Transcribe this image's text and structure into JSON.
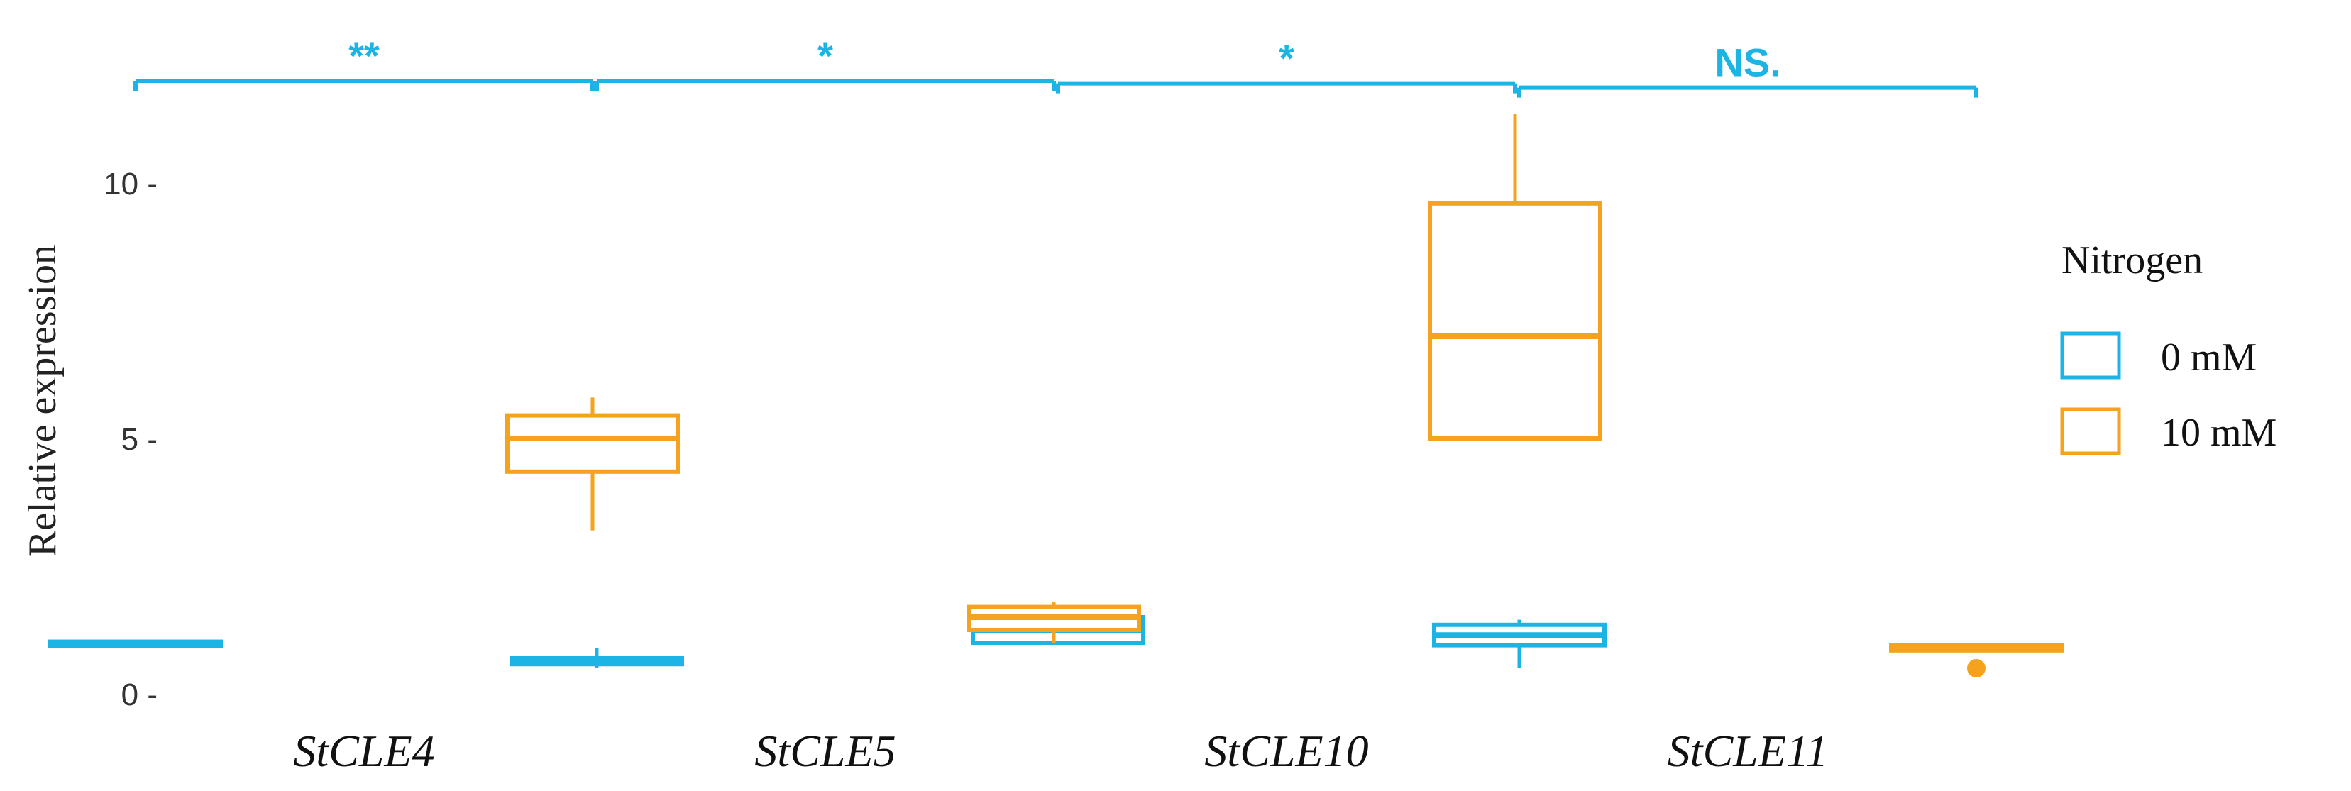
{
  "colors": {
    "low": "#1BB4E5",
    "high": "#F5A21E",
    "text": "#333333",
    "tick": "#333333"
  },
  "legend": {
    "title": "Nitrogen",
    "items": [
      {
        "label": "0 mM",
        "color_key": "low"
      },
      {
        "label": "10 mM",
        "color_key": "high"
      }
    ]
  },
  "chart_data": {
    "type": "box",
    "ylabel": "Relative expression",
    "xlabel": "",
    "ylim": [
      -0.3,
      13.2
    ],
    "yticks": [
      0,
      5,
      10
    ],
    "ytick_labels": [
      "0 -",
      "5 -",
      "10 -"
    ],
    "categories": [
      "StCLE4",
      "StCLE5",
      "StCLE10",
      "StCLE11"
    ],
    "series": [
      {
        "name": "0 mM",
        "color_key": "low",
        "boxes": [
          {
            "min": 0.98,
            "q1": 0.98,
            "median": 1.0,
            "q3": 1.02,
            "max": 1.02,
            "outliers": []
          },
          {
            "min": 0.5,
            "q1": 0.58,
            "median": 0.65,
            "q3": 0.7,
            "max": 0.9,
            "outliers": []
          },
          {
            "min": 1.0,
            "q1": 1.0,
            "median": 1.25,
            "q3": 1.5,
            "max": 1.7,
            "outliers": []
          },
          {
            "min": 0.5,
            "q1": 0.95,
            "median": 1.15,
            "q3": 1.35,
            "max": 1.45,
            "outliers": []
          }
        ]
      },
      {
        "name": "10 mM",
        "color_key": "high",
        "boxes": [
          {
            "min": 3.2,
            "q1": 4.35,
            "median": 5.0,
            "q3": 5.45,
            "max": 5.8,
            "outliers": []
          },
          {
            "min": 1.0,
            "q1": 1.25,
            "median": 1.5,
            "q3": 1.7,
            "max": 1.8,
            "outliers": []
          },
          {
            "min": 5.0,
            "q1": 5.0,
            "median": 7.0,
            "q3": 9.6,
            "max": 11.35,
            "outliers": []
          },
          {
            "min": 0.85,
            "q1": 0.85,
            "median": 0.9,
            "q3": 0.95,
            "max": 0.95,
            "outliers": [
              0.5
            ]
          }
        ]
      }
    ],
    "significance": [
      {
        "category": "StCLE4",
        "label": "**",
        "y": 12.0
      },
      {
        "category": "StCLE5",
        "label": "*",
        "y": 12.0
      },
      {
        "category": "StCLE10",
        "label": "*",
        "y": 11.95
      },
      {
        "category": "StCLE11",
        "label": "NS.",
        "y": 11.95
      }
    ]
  }
}
